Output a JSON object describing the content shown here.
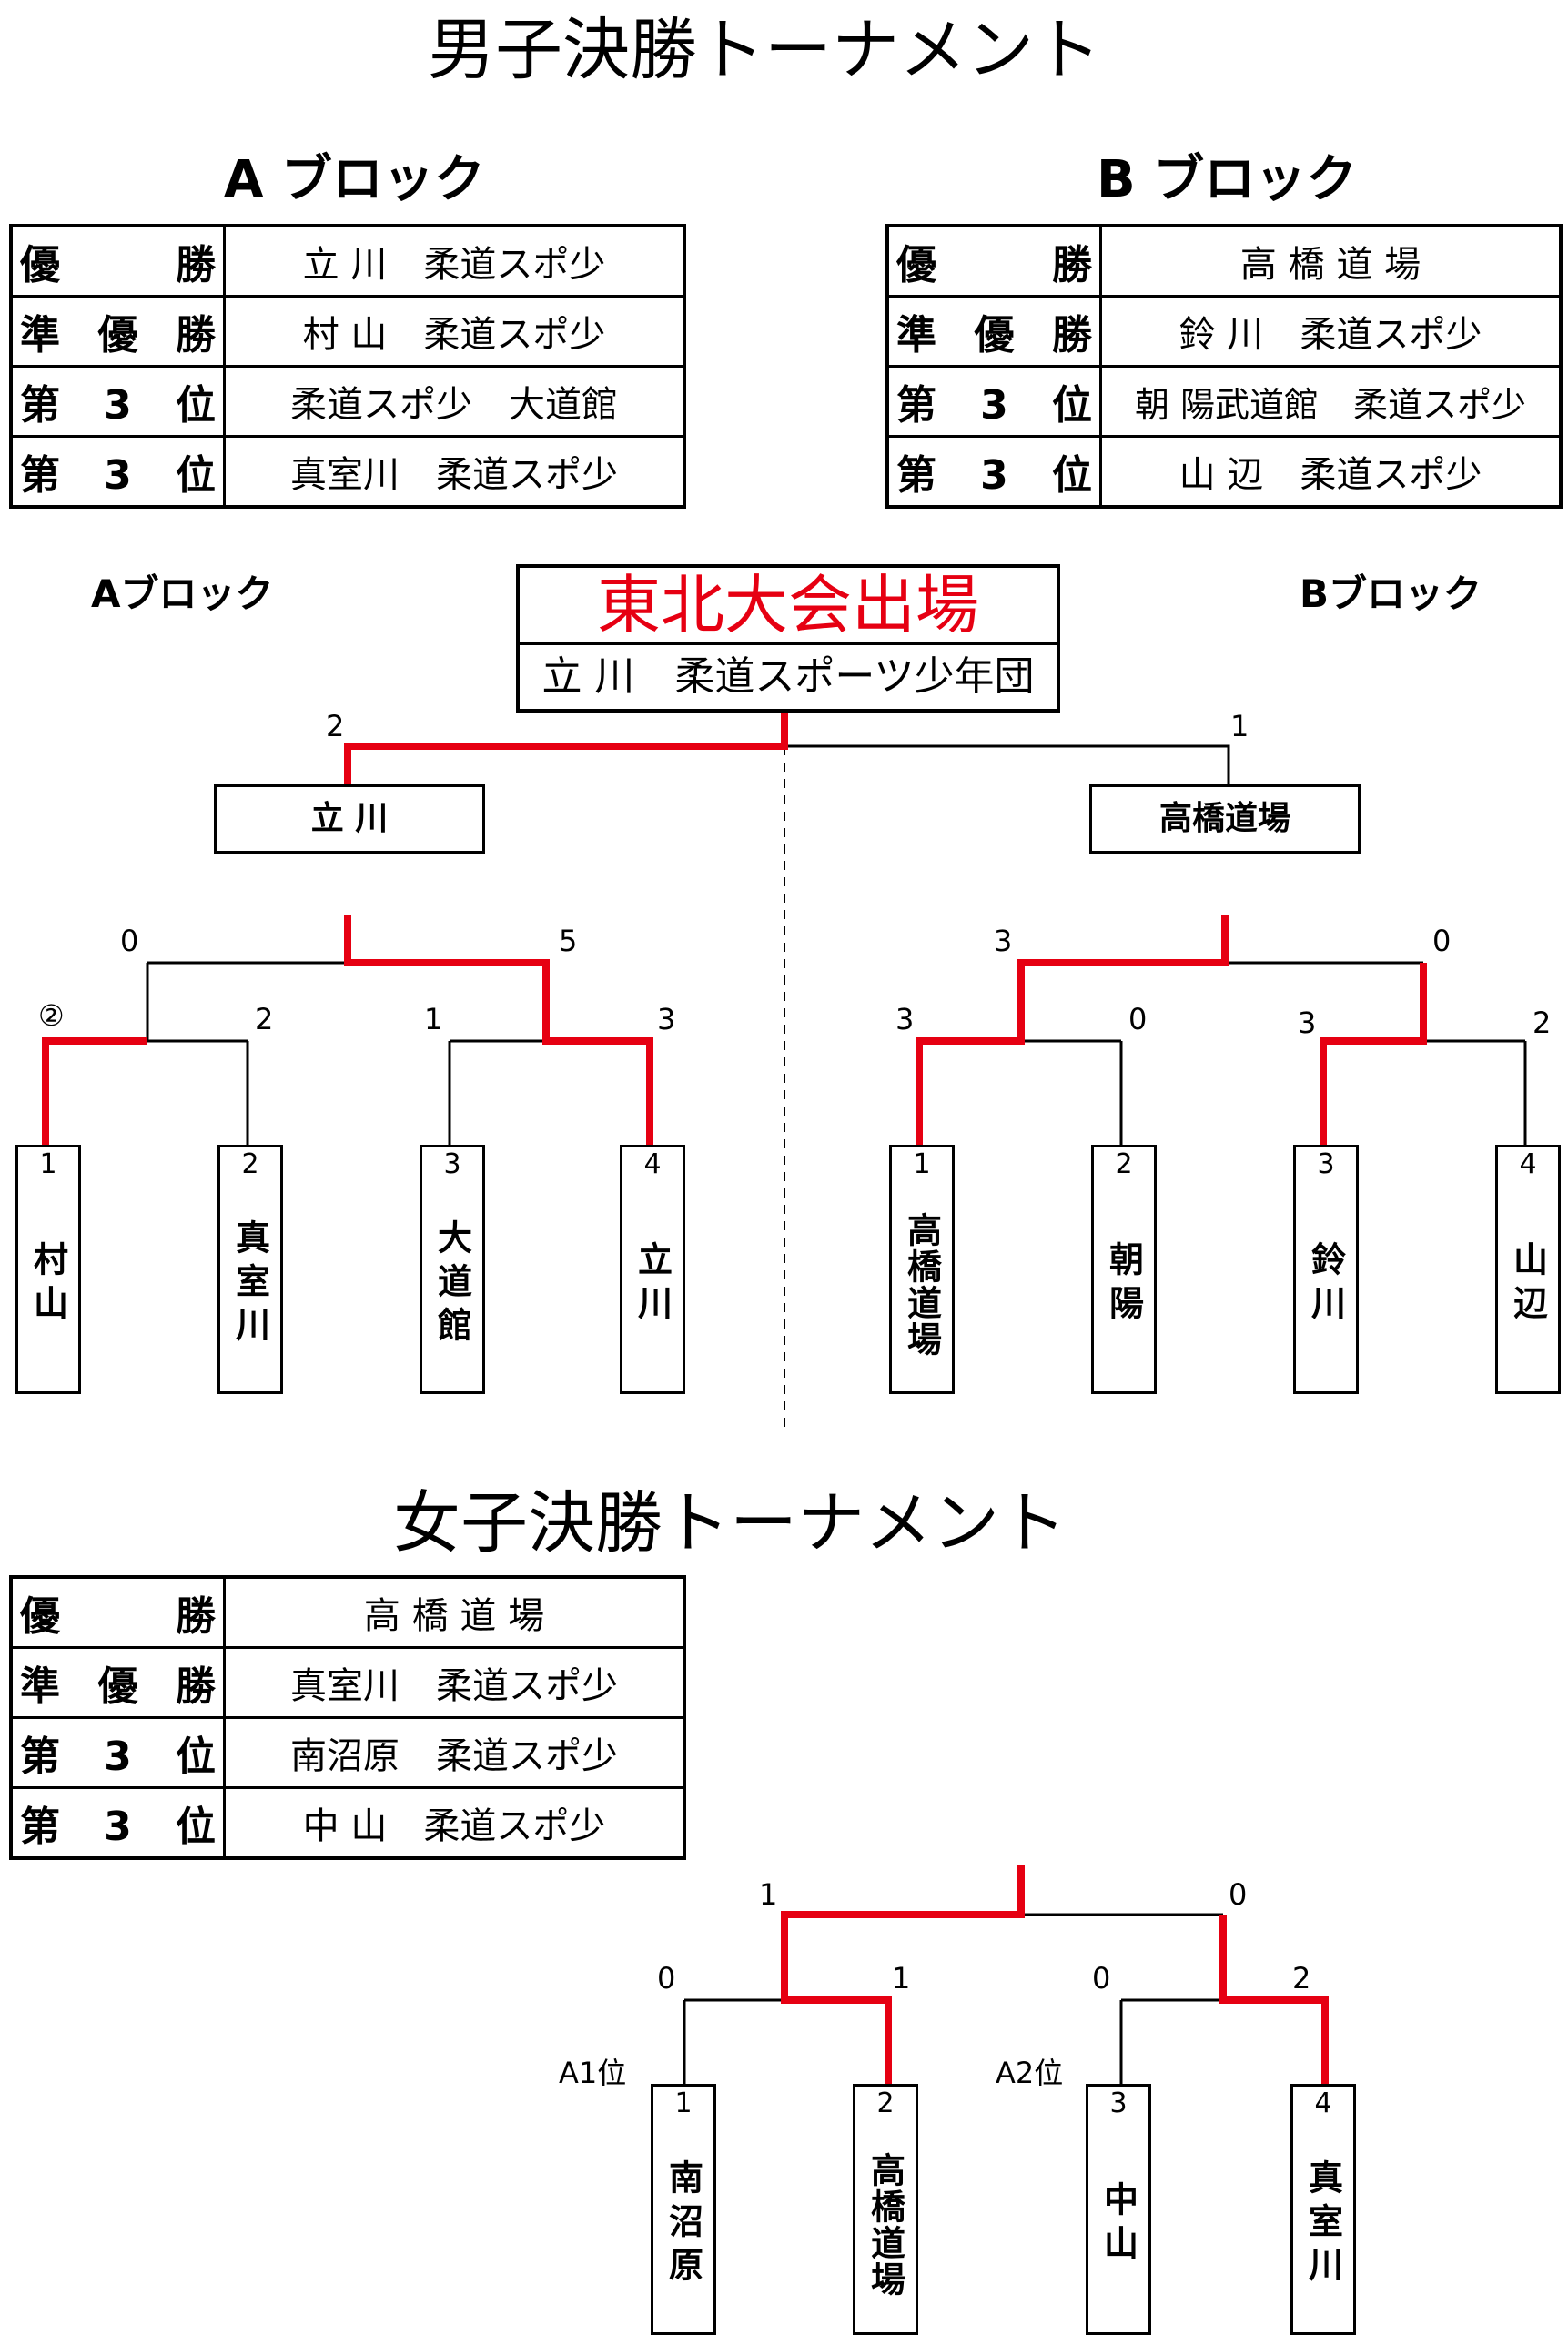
{
  "men": {
    "title": "男子決勝トーナメント",
    "block_a": {
      "heading": "A ブロック",
      "rows": [
        {
          "label": "優勝",
          "value": "立 川　柔道スポ少"
        },
        {
          "label": "準優勝",
          "value": "村 山　柔道スポ少"
        },
        {
          "label": "第3位",
          "value": "柔道スポ少　大道館"
        },
        {
          "label": "第3位",
          "value": "真室川　柔道スポ少"
        }
      ]
    },
    "block_b": {
      "heading": "B ブロック",
      "rows": [
        {
          "label": "優勝",
          "value": "高 橋 道 場"
        },
        {
          "label": "準優勝",
          "value": "鈴 川　柔道スポ少"
        },
        {
          "label": "第3位",
          "value": "朝 陽武道館　柔道スポ少"
        },
        {
          "label": "第3位",
          "value": "山 辺　柔道スポ少"
        }
      ]
    },
    "bracket": {
      "left_label": "Aブロック",
      "right_label": "Bブロック",
      "tohoku_title": "東北大会出場",
      "tohoku_team": "立 川　柔道スポーツ少年団",
      "final_left": "立 川",
      "final_right": "高橋道場",
      "final_scores": [
        "2",
        "1"
      ],
      "a_semi_scores": [
        "0",
        "5"
      ],
      "a_qf_scores": [
        "②",
        "2",
        "1",
        "3"
      ],
      "b_semi_scores": [
        "3",
        "0"
      ],
      "b_qf_scores": [
        "3",
        "0",
        "3",
        "2"
      ],
      "a_teams": [
        {
          "seed": "1",
          "name": "村山"
        },
        {
          "seed": "2",
          "name": "真室川"
        },
        {
          "seed": "3",
          "name": "大道館"
        },
        {
          "seed": "4",
          "name": "立川"
        }
      ],
      "b_teams": [
        {
          "seed": "1",
          "name": "高橋道場"
        },
        {
          "seed": "2",
          "name": "朝陽"
        },
        {
          "seed": "3",
          "name": "鈴川"
        },
        {
          "seed": "4",
          "name": "山辺"
        }
      ]
    }
  },
  "women": {
    "title": "女子決勝トーナメント",
    "rows": [
      {
        "label": "優勝",
        "value": "高 橋 道 場"
      },
      {
        "label": "準優勝",
        "value": "真室川　柔道スポ少"
      },
      {
        "label": "第3位",
        "value": "南沼原　柔道スポ少"
      },
      {
        "label": "第3位",
        "value": "中 山　柔道スポ少"
      }
    ],
    "bracket": {
      "final_scores": [
        "1",
        "0"
      ],
      "semi_scores": [
        "0",
        "1",
        "0",
        "2"
      ],
      "notes": [
        "A1位",
        "A2位"
      ],
      "teams": [
        {
          "seed": "1",
          "name": "南沼原"
        },
        {
          "seed": "2",
          "name": "高橋道場"
        },
        {
          "seed": "3",
          "name": "中山"
        },
        {
          "seed": "4",
          "name": "真室川"
        }
      ]
    }
  },
  "colors": {
    "winner_line": "#e60012",
    "line": "#000000"
  }
}
